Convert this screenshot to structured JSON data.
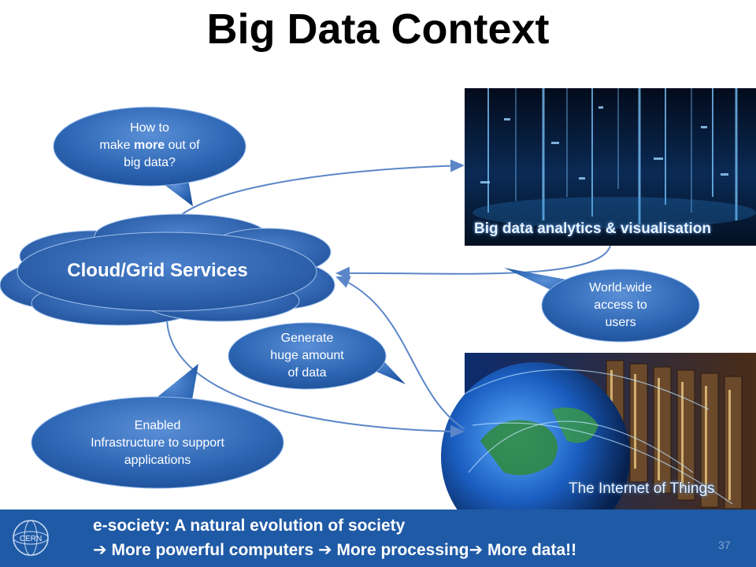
{
  "slide": {
    "title": "Big Data Context",
    "page_number": "37"
  },
  "cloud": {
    "label": "Cloud/Grid Services"
  },
  "callouts": {
    "how_to": {
      "line1": "How to",
      "line2_prefix": "make ",
      "line2_emphasis": "more",
      "line2_suffix": " out of",
      "line3": "big data?"
    },
    "world_wide": {
      "line1": "World-wide",
      "line2": "access to",
      "line3": "users"
    },
    "generate": {
      "line1": "Generate",
      "line2": "huge amount",
      "line3": "of data"
    },
    "enabled": {
      "line1": "Enabled",
      "line2": "Infrastructure to support",
      "line3": "applications"
    }
  },
  "panels": {
    "analytics": {
      "caption": "Big data analytics & visualisation"
    },
    "iot": {
      "caption": "The Internet of Things"
    }
  },
  "footer": {
    "line1": "e-society: A natural evolution of society",
    "arrow": "➔",
    "item1": "More powerful computers",
    "item2": "More processing",
    "item3": "More data!!",
    "logo_text": "CERN"
  },
  "colors": {
    "bubble_fill": "#2f68b6",
    "footer_bg": "#1f5aa6",
    "connector": "#5b86c8"
  }
}
